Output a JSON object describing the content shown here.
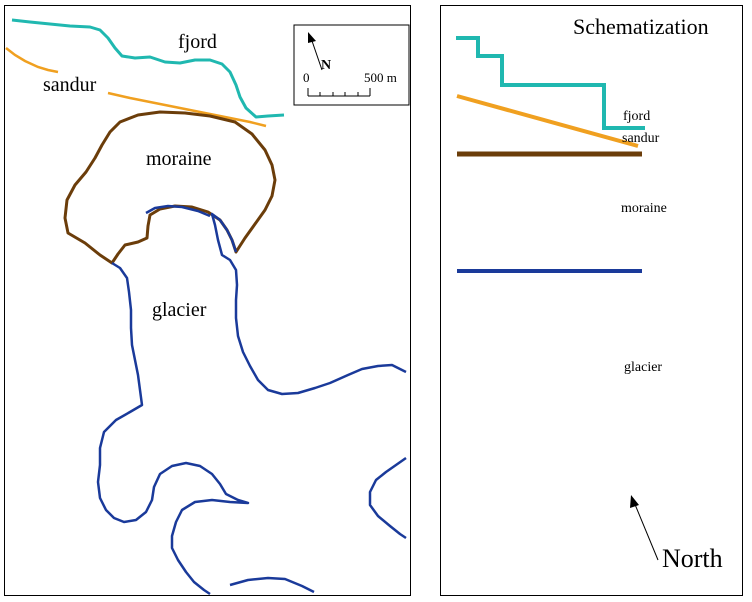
{
  "map": {
    "labels": {
      "fjord": "fjord",
      "sandur": "sandur",
      "moraine": "moraine",
      "glacier": "glacier"
    },
    "scale_bar": {
      "north": "N",
      "start": "0",
      "end": "500 m"
    }
  },
  "schematization": {
    "title": "Schematization",
    "labels": {
      "fjord": "fjord",
      "sandur": "sandur",
      "moraine": "moraine",
      "glacier": "glacier"
    },
    "north": "North"
  },
  "colors": {
    "fjord": "#20b8b0",
    "sandur": "#f0a020",
    "moraine": "#6b3d0a",
    "glacier": "#1a3a9a"
  }
}
